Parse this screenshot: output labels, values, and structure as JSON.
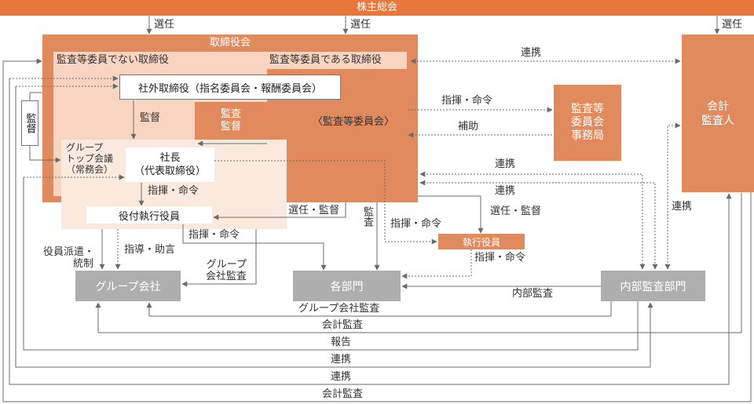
{
  "shareholders_meeting": "株主総会",
  "elect": {
    "left": "選任",
    "middle": "選任",
    "right": "選任"
  },
  "board": {
    "title": "取締役会",
    "non_audit_directors": "監査等委員でない取締役",
    "audit_directors": "監査等委員である取締役",
    "outside_directors": "社外取締役（指名委員会・報酬委員会）",
    "supervise": "監督",
    "audit_supervise": [
      "監査",
      "監督"
    ],
    "audit_committee": "〈監査等委員会〉"
  },
  "side_supervise": "監督",
  "top_meeting": [
    "グループ",
    "トップ会議",
    "（常務会）"
  ],
  "president": [
    "社長",
    "（代表取締役）"
  ],
  "inner_command": "指揮・命令",
  "senior_officers": "役付執行役員",
  "secretariat": [
    "監査等",
    "委員会",
    "事務局"
  ],
  "accounting_auditor": [
    "会計",
    "監査人"
  ],
  "executive_officers": "執行役員",
  "units": {
    "group_companies": "グループ会社",
    "departments": "各部門",
    "internal_audit": "内部監査部門"
  },
  "labels": {
    "coordination_top": "連携",
    "command_secretariat": "指揮・命令",
    "assist": "補助",
    "coordination_mid1": "連携",
    "coordination_mid2": "連携",
    "coordination_accounting": "連携",
    "elect_supervise_right": "選任・監督",
    "command_exec": "指揮・命令",
    "command_from_exec": "指揮・命令",
    "audit": "監査",
    "elect_supervise_center": "選任・監督",
    "command_departments": "指揮・命令",
    "guidance": "指導・助言",
    "dispatch": [
      "役員派遣・",
      "統制"
    ],
    "group_audit_upper": [
      "グループ",
      "会社監査"
    ],
    "internal_audit": "内部監査",
    "group_audit_lower": "グループ会社監査",
    "accounting_audit_lower": "会計監査",
    "report": "報告",
    "coordination_bottom1": "連携",
    "coordination_bottom2": "連携",
    "accounting_audit_bottom": "会計監査"
  },
  "colors": {
    "accent": "#E8773D",
    "box": "#E08A5E",
    "light": "#F9D4C0",
    "lighter": "#FCE9DE",
    "gray": "#AEAEAE"
  }
}
